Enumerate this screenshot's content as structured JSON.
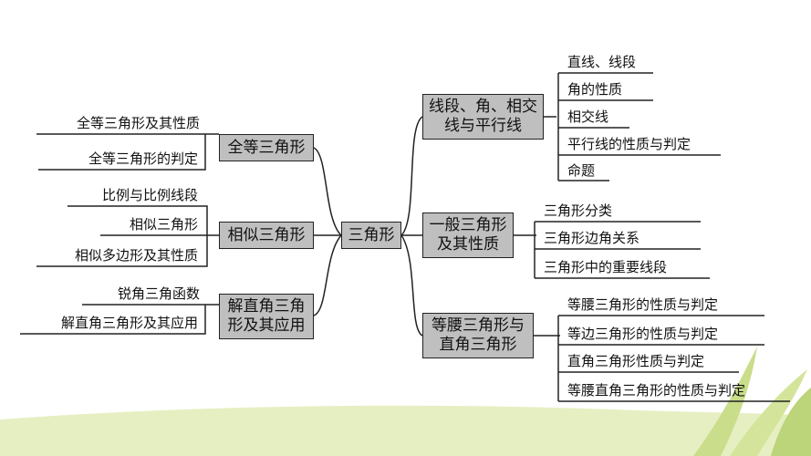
{
  "center": "三角形",
  "left": [
    {
      "title": "全等三角形",
      "items": [
        "全等三角形及其性质",
        "全等三角形的判定"
      ]
    },
    {
      "title": "相似三角形",
      "items": [
        "比例与比例线段",
        "相似三角形",
        "相似多边形及其性质"
      ]
    },
    {
      "title": "解直角三角形及其应用",
      "items": [
        "锐角三角函数",
        "解直角三角形及其应用"
      ]
    }
  ],
  "right": [
    {
      "title": "线段、角、相交线与平行线",
      "items": [
        "直线、线段",
        "角的性质",
        "相交线",
        "平行线的性质与判定",
        "命题"
      ]
    },
    {
      "title": "一般三角形及其性质",
      "items": [
        "三角形分类",
        "三角形边角关系",
        "三角形中的重要线段"
      ]
    },
    {
      "title": "等腰三角形与直角三角形",
      "items": [
        "等腰三角形的性质与判定",
        "等边三角形的性质与判定",
        "直角三角形性质与判定",
        "等腰直角三角形的性质与判定"
      ]
    }
  ],
  "colors": {
    "box_fill": "#bfbfbf",
    "stroke": "#222222",
    "grass": "#c9dd8a"
  }
}
